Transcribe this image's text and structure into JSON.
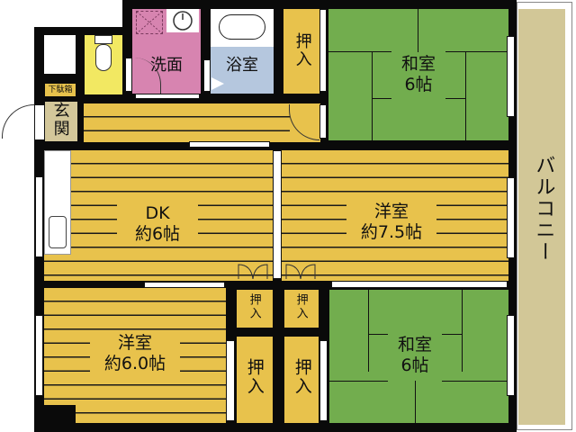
{
  "floor_plan": {
    "rooms": {
      "washroom": {
        "label": "洗面",
        "color": "#d784b0"
      },
      "bathroom": {
        "label": "浴室",
        "color": "#b5c7de"
      },
      "toilet": {
        "label": "",
        "color": "#f2e862"
      },
      "shoe_box": {
        "label": "下駄箱"
      },
      "entrance": {
        "label": "玄関",
        "color": "#d3c79a"
      },
      "closet_top": {
        "label": "押入"
      },
      "japanese_room_top": {
        "line1": "和室",
        "line2": "6帖",
        "color": "#72ad4e"
      },
      "dk": {
        "line1": "DK",
        "line2": "約6帖",
        "color": "#e8c24c"
      },
      "western_room_center": {
        "line1": "洋室",
        "line2": "約7.5帖"
      },
      "western_room_bottom": {
        "line1": "洋室",
        "line2": "約6.0帖"
      },
      "closet_small_left": {
        "label": "押入"
      },
      "closet_small_right": {
        "label": "押入"
      },
      "closet_large_left": {
        "label": "押入"
      },
      "closet_large_right": {
        "label": "押入"
      },
      "japanese_room_bottom": {
        "line1": "和室",
        "line2": "6帖"
      },
      "balcony": {
        "label": "バルコニー",
        "color": "#d2c797"
      }
    },
    "wall_color": "#0a0a0a"
  }
}
